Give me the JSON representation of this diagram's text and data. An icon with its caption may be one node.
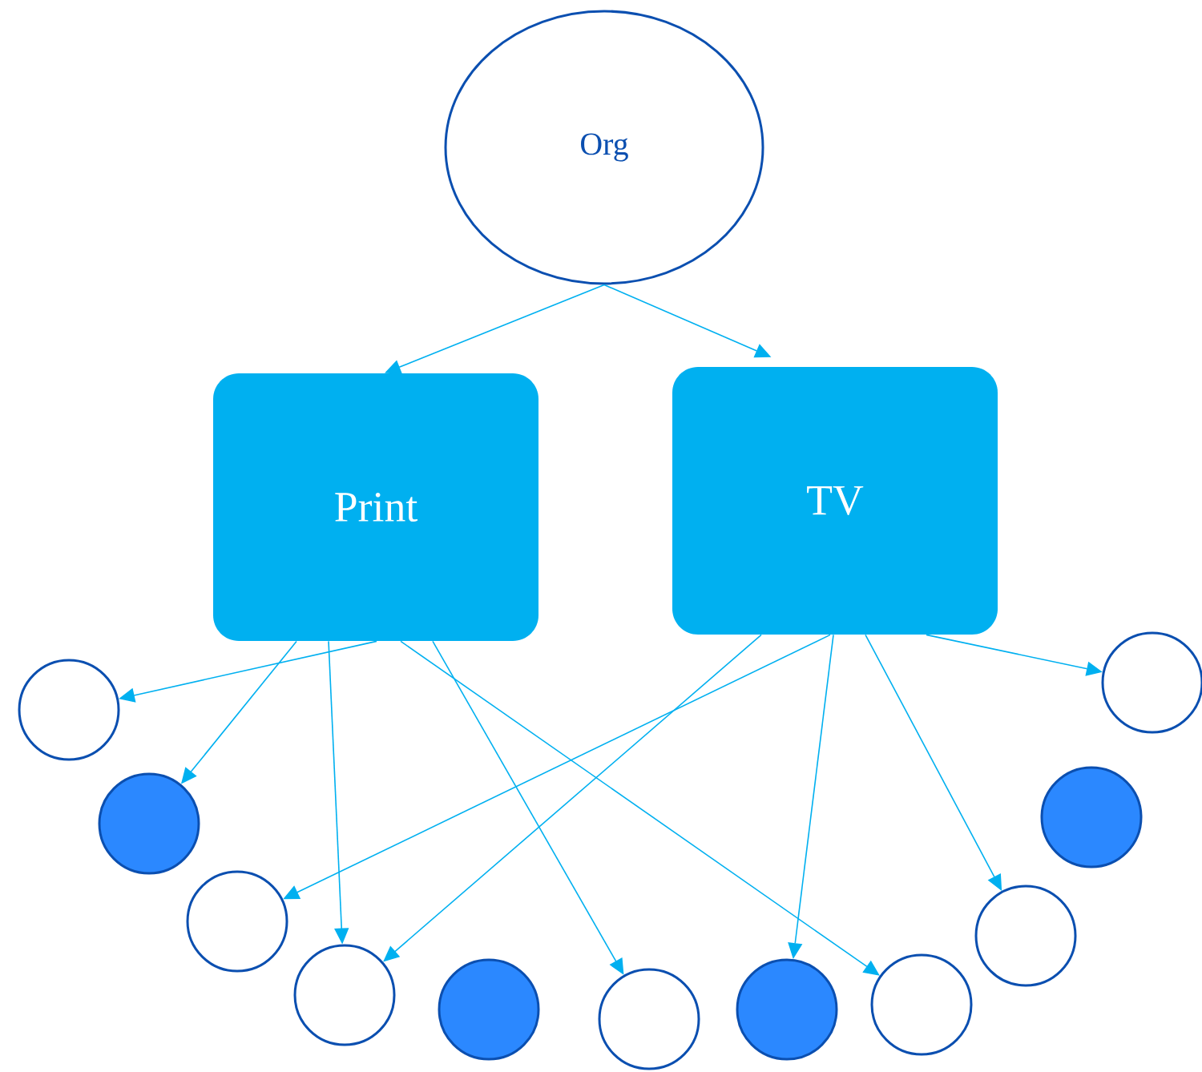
{
  "diagram": {
    "nodes": [
      {
        "text": [
          "Org"
        ]
      },
      {
        "text": [
          "Print"
        ]
      },
      {
        "text": [
          "TV"
        ]
      },
      {
        "text": [],
        "shape": "circle"
      },
      {
        "text": [],
        "shape": "circle"
      },
      {
        "text": [],
        "shape": "circle"
      },
      {
        "text": [],
        "shape": "circle"
      },
      {
        "text": [],
        "shape": "circle"
      },
      {
        "text": [],
        "shape": "circle"
      },
      {
        "text": [],
        "shape": "circle"
      },
      {
        "text": [],
        "shape": "circle"
      },
      {
        "text": [],
        "shape": "circle"
      },
      {
        "text": [],
        "shape": "circle"
      },
      {
        "text": [],
        "shape": "circle"
      }
    ],
    "edges": [
      {
        "from": 0,
        "to": 1,
        "arrow": "to"
      },
      {
        "from": 0,
        "to": 2,
        "arrow": "to"
      },
      {
        "from": 1,
        "to": 3,
        "arrow": "to"
      },
      {
        "from": 1,
        "to": 4,
        "arrow": "to"
      },
      {
        "from": 1,
        "to": 6,
        "arrow": "to"
      },
      {
        "from": 1,
        "to": 8,
        "arrow": "to"
      },
      {
        "from": 1,
        "to": 10,
        "arrow": "to"
      },
      {
        "from": 2,
        "to": 5,
        "arrow": "to"
      },
      {
        "from": 2,
        "to": 6,
        "arrow": "to"
      },
      {
        "from": 2,
        "to": 9,
        "arrow": "to"
      },
      {
        "from": 2,
        "to": 11,
        "arrow": "to"
      },
      {
        "from": 2,
        "to": 13,
        "arrow": "to"
      }
    ]
  }
}
